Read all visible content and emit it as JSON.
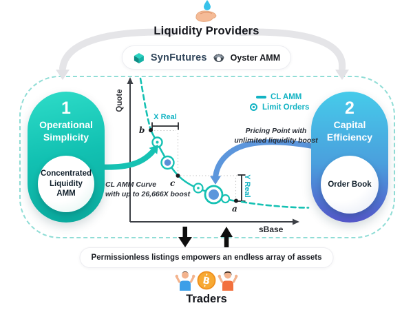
{
  "header": {
    "icon": "hand-holding-droplet",
    "title": "Liquidity Providers",
    "badge": {
      "brand": "SynFutures",
      "brand_icon": "synfutures-cube",
      "product": "Oyster AMM",
      "product_icon": "oyster"
    }
  },
  "pillars": {
    "left": {
      "number": "1",
      "title": "Operational Simplicity",
      "bubble": "Concentrated Liquidity AMM"
    },
    "right": {
      "number": "2",
      "title": "Capital Efficiency",
      "bubble": "Order Book"
    }
  },
  "chart": {
    "y_axis": "Quote",
    "x_axis": "sBase",
    "legend": {
      "line_label": "CL AMM",
      "marker_label": "Limit Orders"
    },
    "x_real": "X Real",
    "y_real": "Y Real",
    "points": {
      "b": "b",
      "c": "c",
      "a": "a"
    },
    "curve_note_line1": "CL AMM Curve",
    "curve_note_line2": "with up to 26,666X boost",
    "pricing_note_line1": "Pricing Point with",
    "pricing_note_line2": "unlimited liquidity boost"
  },
  "footer": {
    "banner": "Permissionless listings empowers an endless array of assets",
    "icons": [
      "man-shrugging-blue",
      "bitcoin-coin",
      "person-shrugging-orange"
    ],
    "title": "Traders"
  },
  "colors": {
    "chart_teal": "#15c1b3",
    "teal_text": "#12b3c3",
    "blue_arrow": "#5c96dc",
    "capsule_teal_top": "#2edcc8",
    "capsule_teal_bottom": "#0aa89c",
    "capsule_blue_top": "#46cbea",
    "capsule_blue_bottom": "#5457c9",
    "dashed_border": "#90ddd6",
    "swoosh_gray": "#e5e5e8"
  }
}
